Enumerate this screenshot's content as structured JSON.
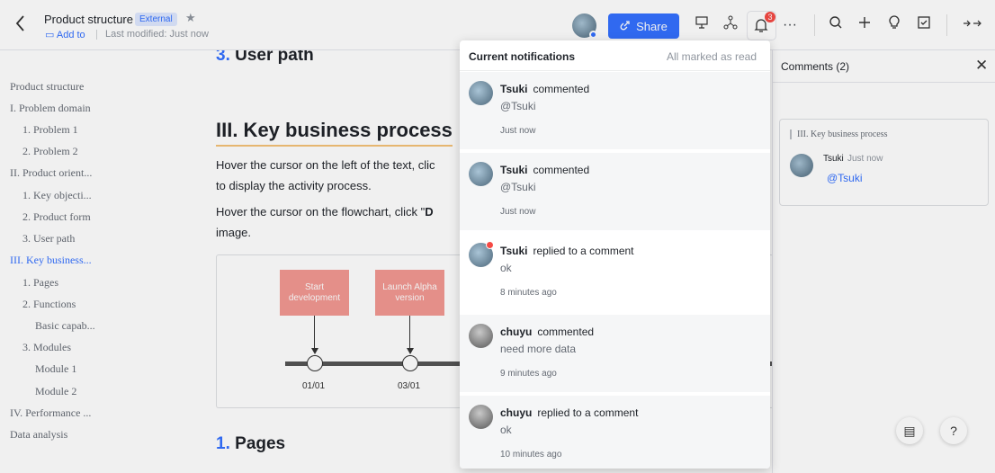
{
  "header": {
    "doc_title": "Product structure",
    "badge": "External",
    "add_to": "Add to",
    "last_modified": "Last modified: Just now",
    "share_label": "Share",
    "bell_count": "3"
  },
  "outline": {
    "items": [
      {
        "label": "Product structure",
        "indent": 0
      },
      {
        "label": "I. Problem domain",
        "indent": 0
      },
      {
        "label": "1. Problem 1",
        "indent": 1
      },
      {
        "label": "2. Problem 2",
        "indent": 1
      },
      {
        "label": "II. Product orient...",
        "indent": 0
      },
      {
        "label": "1. Key objecti...",
        "indent": 1
      },
      {
        "label": "2. Product form",
        "indent": 1
      },
      {
        "label": "3. User path",
        "indent": 1
      },
      {
        "label": "III. Key business...",
        "indent": 0,
        "active": true
      },
      {
        "label": "1. Pages",
        "indent": 1
      },
      {
        "label": "2. Functions",
        "indent": 1
      },
      {
        "label": "Basic capab...",
        "indent": 2
      },
      {
        "label": "3. Modules",
        "indent": 1
      },
      {
        "label": "Module 1",
        "indent": 2
      },
      {
        "label": "Module 2",
        "indent": 2
      },
      {
        "label": "IV. Performance ...",
        "indent": 0
      },
      {
        "label": "Data analysis",
        "indent": 0
      }
    ]
  },
  "content": {
    "h3_num": "3.",
    "h3_text": "User path",
    "h1": "III. Key business process",
    "para1_line1": "Hover the cursor on the left of the text, clic",
    "para1_line2": "to display the activity process.",
    "para2_line1_pre": "Hover the cursor on the flowchart, click \"",
    "para2_line1_bold": "D",
    "para2_line2": "image.",
    "flow": {
      "node1": "Start development",
      "node2": "Launch Alpha version",
      "date1": "01/01",
      "date2": "03/01"
    },
    "pages_num": "1.",
    "pages_text": "Pages"
  },
  "comments": {
    "title": "Comments (2)",
    "card_quote": "III. Key business process",
    "card_name": "Tsuki",
    "card_time": "Just now",
    "card_mention": "@Tsuki"
  },
  "notifications": {
    "title": "Current notifications",
    "marked": "All marked as read",
    "items": [
      {
        "user": "Tsuki",
        "action": "commented",
        "text": "@Tsuki",
        "time": "Just now",
        "avatar": "tsuki"
      },
      {
        "user": "Tsuki",
        "action": "commented",
        "text": "@Tsuki",
        "time": "Just now",
        "avatar": "tsuki"
      },
      {
        "user": "Tsuki",
        "action": "replied to a comment",
        "text": "ok",
        "time": "8 minutes ago",
        "avatar": "tsuki",
        "unread": true,
        "highlight": true
      },
      {
        "user": "chuyu",
        "action": "commented",
        "text": "need more data",
        "time": "9 minutes ago",
        "avatar": "chuyu"
      },
      {
        "user": "chuyu",
        "action": "replied to a comment",
        "text": "ok",
        "time": "10 minutes ago",
        "avatar": "chuyu"
      }
    ]
  },
  "colors": {
    "accent": "#3370ff",
    "badge_red": "#f54a45",
    "flow_node": "#f39892"
  }
}
